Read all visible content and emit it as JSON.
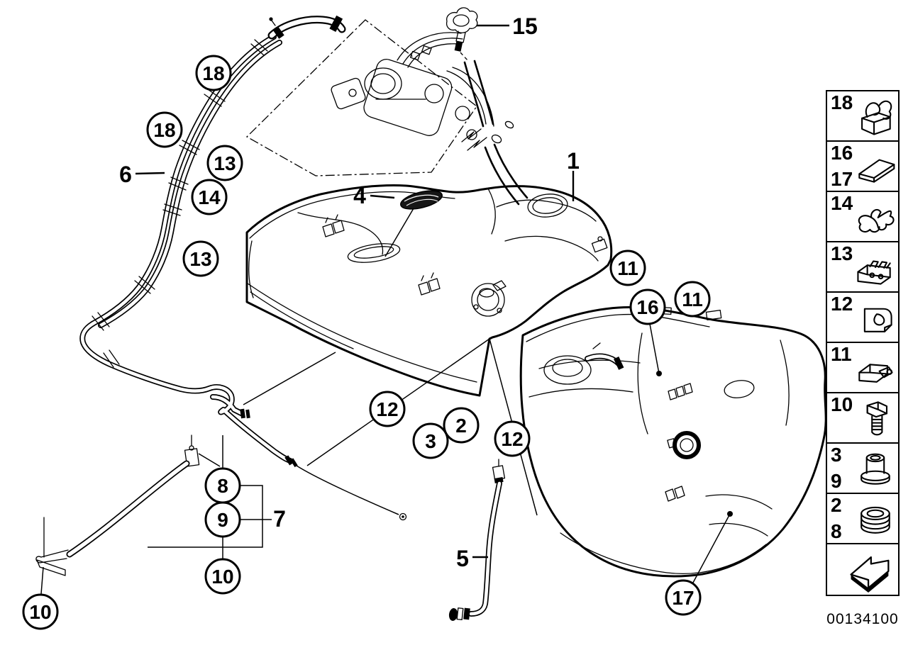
{
  "diagram": {
    "title_semantic": "fuel-tank-and-mounting-parts-diagram",
    "background": "#ffffff",
    "line_color": "#000000",
    "part_number": "00134100",
    "callouts": [
      {
        "label": "18"
      },
      {
        "label": "18"
      },
      {
        "label": "13"
      },
      {
        "label": "14"
      },
      {
        "label": "13"
      },
      {
        "label": "11"
      },
      {
        "label": "11"
      },
      {
        "label": "16"
      },
      {
        "label": "12"
      },
      {
        "label": "2"
      },
      {
        "label": "3"
      },
      {
        "label": "12"
      },
      {
        "label": "8"
      },
      {
        "label": "9"
      },
      {
        "label": "10"
      },
      {
        "label": "10"
      },
      {
        "label": "17"
      }
    ],
    "labels": [
      {
        "text": "15"
      },
      {
        "text": "1"
      },
      {
        "text": "4"
      },
      {
        "text": "6"
      },
      {
        "text": "5"
      },
      {
        "text": "7"
      }
    ],
    "legend": {
      "boxes": [
        {
          "primary": "18",
          "secondary": "",
          "icon": "pipe-clip-icon"
        },
        {
          "primary": "16",
          "secondary": "17",
          "icon": "adhesive-pad-icon"
        },
        {
          "primary": "14",
          "secondary": "",
          "icon": "butterfly-clip-icon"
        },
        {
          "primary": "13",
          "secondary": "",
          "icon": "multi-line-clip-icon"
        },
        {
          "primary": "12",
          "secondary": "",
          "icon": "cable-clip-icon"
        },
        {
          "primary": "11",
          "secondary": "",
          "icon": "clip-with-peg-icon"
        },
        {
          "primary": "10",
          "secondary": "",
          "icon": "hex-bolt-icon"
        },
        {
          "primary": "3",
          "secondary": "9",
          "icon": "bushing-icon"
        },
        {
          "primary": "2",
          "secondary": "8",
          "icon": "grommet-icon"
        },
        {
          "primary": "",
          "secondary": "",
          "icon": "direction-arrow-icon"
        }
      ]
    }
  }
}
